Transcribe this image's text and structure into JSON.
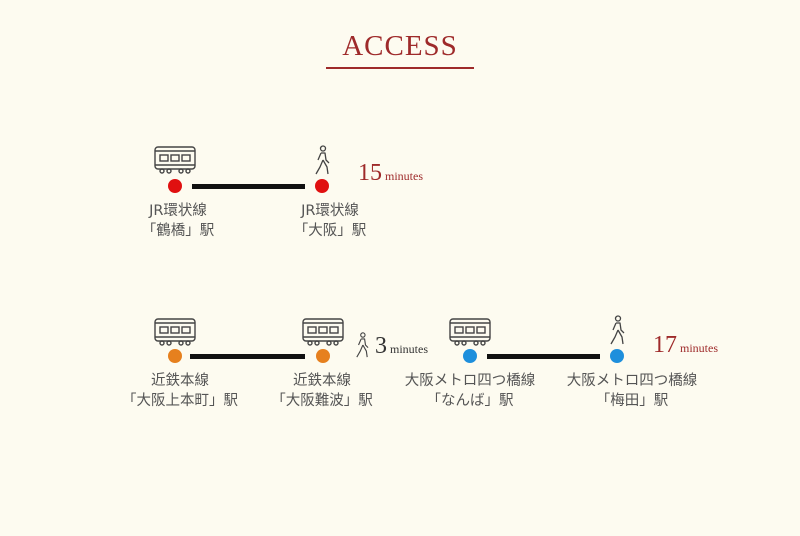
{
  "title": "ACCESS",
  "routes": [
    {
      "stations": [
        {
          "line": "JR環状線",
          "name": "「鶴橋」駅",
          "color": "#e01010"
        },
        {
          "line": "JR環状線",
          "name": "「大阪」駅",
          "color": "#e01010"
        }
      ],
      "walk": {
        "number": "15",
        "unit": "minutes"
      }
    },
    {
      "stations": [
        {
          "line": "近鉄本線",
          "name": "「大阪上本町」駅",
          "color": "#e6801e"
        },
        {
          "line": "近鉄本線",
          "name": "「大阪難波」駅",
          "color": "#e6801e"
        }
      ],
      "walk": {
        "number": "3",
        "unit": "minutes"
      }
    },
    {
      "stations": [
        {
          "line": "大阪メトロ四つ橋線",
          "name": "「なんば」駅",
          "color": "#1e8fdc"
        },
        {
          "line": "大阪メトロ四つ橋線",
          "name": "「梅田」駅",
          "color": "#1e8fdc"
        }
      ],
      "walk": {
        "number": "17",
        "unit": "minutes"
      }
    }
  ]
}
